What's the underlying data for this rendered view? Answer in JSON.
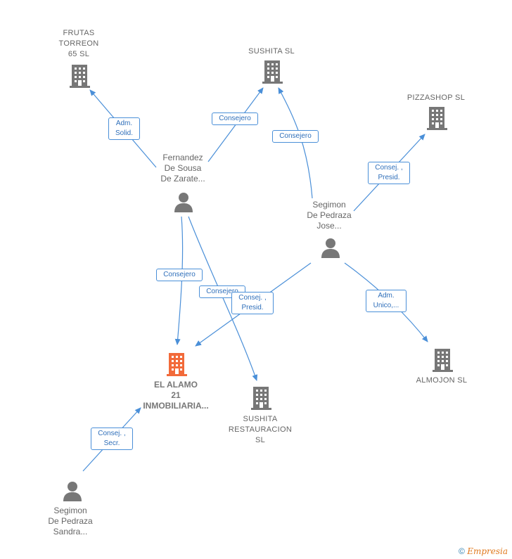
{
  "colors": {
    "edge": "#4a8fd8",
    "node_gray": "#777777",
    "focus": "#f26a3a"
  },
  "nodes": {
    "frutas": {
      "name": "FRUTAS\nTORREON\n65  SL",
      "icon": "building-icon"
    },
    "sushita": {
      "name": "SUSHITA  SL",
      "icon": "building-icon"
    },
    "pizzashop": {
      "name": "PIZZASHOP SL",
      "icon": "building-icon"
    },
    "fernandez": {
      "name": "Fernandez\nDe Sousa\nDe Zarate...",
      "icon": "person-icon"
    },
    "segimon_jose": {
      "name": "Segimon\nDe Pedraza\nJose...",
      "icon": "person-icon"
    },
    "el_alamo": {
      "name": "EL ALAMO\n21\nINMOBILIARIA...",
      "icon": "building-icon"
    },
    "sushita_rest": {
      "name": "SUSHITA\nRESTAURACION\nSL",
      "icon": "building-icon"
    },
    "almojon": {
      "name": "ALMOJON  SL",
      "icon": "building-icon"
    },
    "segimon_sandra": {
      "name": "Segimon\nDe Pedraza\nSandra...",
      "icon": "person-icon"
    }
  },
  "edge_labels": {
    "adm_solid": "Adm.\nSolid.",
    "consejero_sushita_f": "Consejero",
    "consejero_sushita_s": "Consejero",
    "consej_presid_pizza": "Consej. ,\nPresid.",
    "consejero_alamo": "Consejero",
    "consejero_rest": "Consejero",
    "consej_presid_alamo": "Consej. ,\nPresid.",
    "adm_unico": "Adm.\nUnico,...",
    "consej_secr": "Consej. ,\nSecr."
  },
  "footer": {
    "copyright": "©",
    "brand": "Empresia"
  }
}
